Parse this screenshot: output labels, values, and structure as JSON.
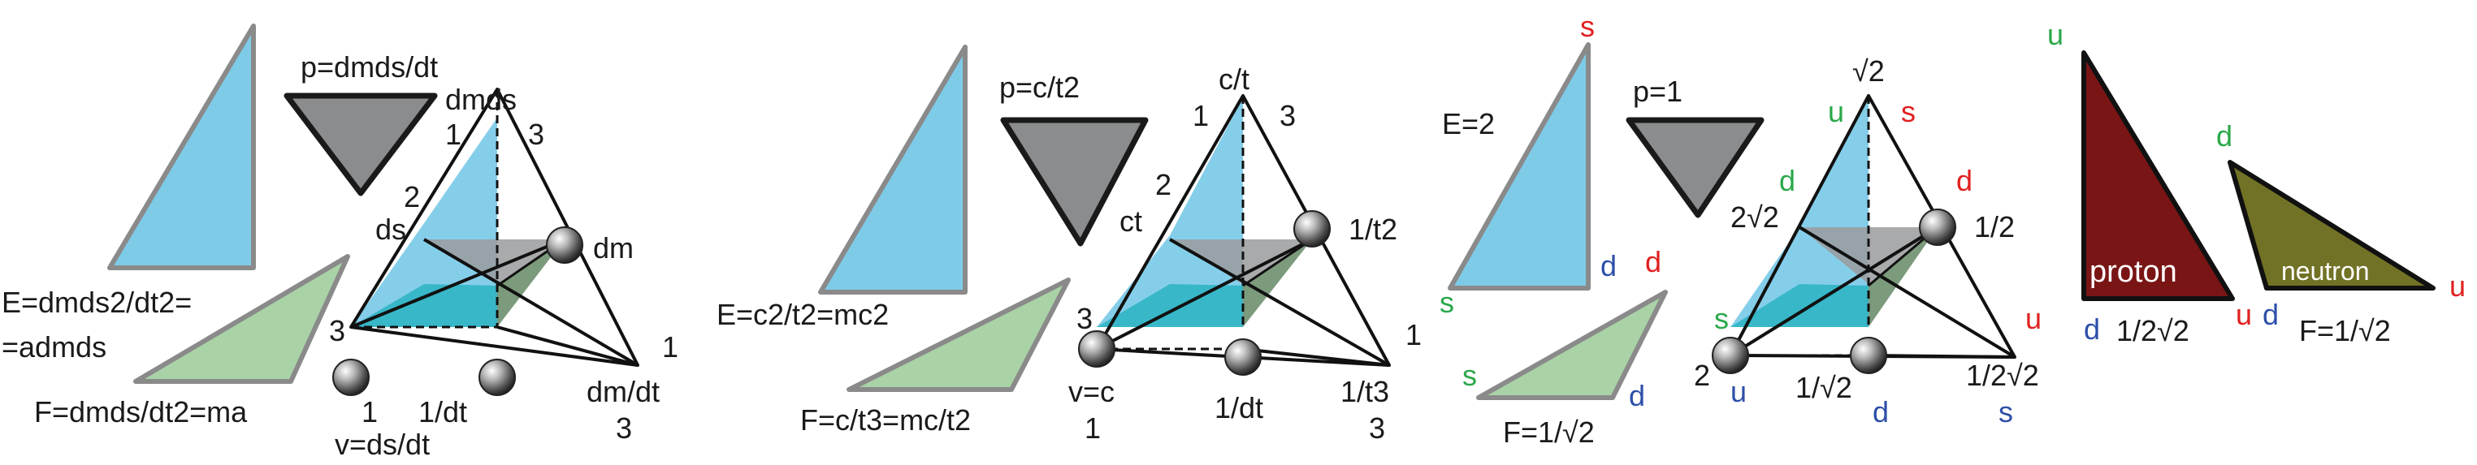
{
  "colors": {
    "blue_fill": "#7ecbe8",
    "blue_stroke": "#8a8a8a",
    "gray_fill": "#8b8c8e",
    "green_fill": "#a9d3a6",
    "teal_fill": "#2ab3c2",
    "proton_fill": "#7a1515",
    "neutron_fill": "#727226",
    "quark_green": "#2aa84a",
    "quark_blue": "#2d4fa8",
    "quark_red": "#e02020",
    "line": "#111111"
  },
  "panels": [
    {
      "p_label": "p=dmds/dt",
      "e_label_1": "E=dmds2/dt2=",
      "e_label_2": "=admds",
      "f_label": "F=dmds/dt2=ma",
      "top_vertex": "dmds",
      "top_left_num": "1",
      "top_right_num": "3",
      "mid_left_num": "2",
      "mid_left_var": "ds",
      "ball_right": "dm",
      "bottom_left_num": "3",
      "bottom_left_under": "1",
      "ball_bottom_mid": "1/dt",
      "bottom_under": "v=ds/dt",
      "right_num": "1",
      "right_var": "dm/dt",
      "right_under": "3"
    },
    {
      "p_label": "p=c/t2",
      "e_label": "E=c2/t2=mc2",
      "f_label": "F=c/t3=mc/t2",
      "top_vertex": "c/t",
      "top_left_num": "1",
      "top_right_num": "3",
      "mid_left_num": "2",
      "mid_left_var": "ct",
      "ball_right": "1/t2",
      "bottom_left_num": "3",
      "bottom_left_var": "v=c",
      "bottom_left_under": "1",
      "ball_bottom_mid": "1/dt",
      "right_num": "1",
      "right_var": "1/t3",
      "right_under": "3"
    },
    {
      "e_label": "E=2",
      "p_label": "p=1",
      "f_label": "F=1/√2",
      "blue_top_quark": "s",
      "blue_left_quark": "s",
      "blue_right_quark": "d",
      "green_top_quark": "d",
      "green_left_quark": "s",
      "green_right_quark": "d",
      "top_vertex": "√2",
      "top_left_quark": "u",
      "top_right_quark": "s",
      "mid_left_quark": "d",
      "mid_left_var": "2√2",
      "ball_right_quark": "d",
      "ball_right": "1/2",
      "bottom_left_quark": "s",
      "bottom_left_num": "2",
      "bottom_left_under_quark": "u",
      "ball_bottom_mid": "1/√2",
      "bottom_under_quark": "d",
      "right_quark": "u",
      "right_var": "1/2√2",
      "right_under_quark": "s"
    },
    {
      "proton_label": "proton",
      "proton_top_quark": "u",
      "proton_bottom_left_quark": "d",
      "proton_bottom_val": "1/2√2",
      "proton_bottom_right_quark": "u",
      "neutron_label": "neutron",
      "neutron_top_quark": "d",
      "neutron_bottom_left_quark": "d",
      "neutron_right_quark": "u",
      "f_label": "F=1/√2"
    }
  ]
}
